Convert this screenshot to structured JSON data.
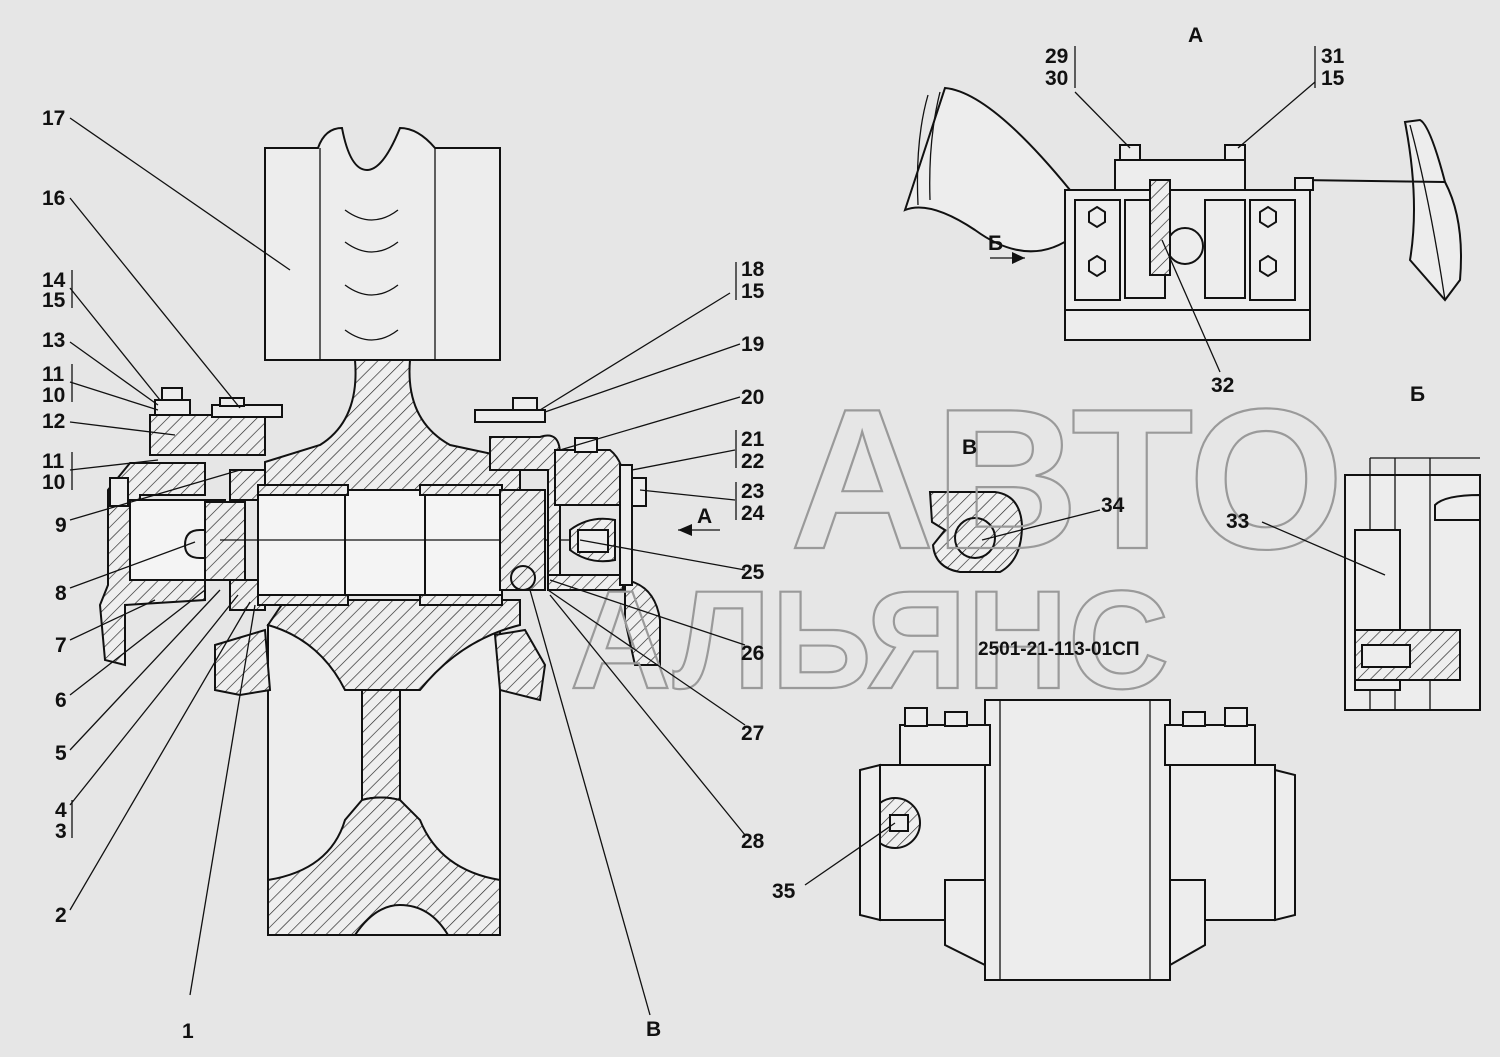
{
  "drawing": {
    "code": "2501-21-113-01СП",
    "watermark": {
      "line1": "АВТО",
      "line2": "АЛЬЯНС"
    },
    "views": {
      "a": "А",
      "b": "Б",
      "v": "В"
    },
    "arrows": {
      "a": "А",
      "b": "Б"
    },
    "callouts": {
      "c1": "1",
      "c2": "2",
      "c3": "3",
      "c4": "4",
      "c5": "5",
      "c6": "6",
      "c7": "7",
      "c8": "8",
      "c9": "9",
      "c10a": "10",
      "c10b": "10",
      "c11a": "11",
      "c11b": "11",
      "c12": "12",
      "c13": "13",
      "c14": "14",
      "c15a": "15",
      "c15b": "15",
      "c15c": "15",
      "c16": "16",
      "c17": "17",
      "c18": "18",
      "c19": "19",
      "c20": "20",
      "c21": "21",
      "c22": "22",
      "c23": "23",
      "c24": "24",
      "c25": "25",
      "c26": "26",
      "c27": "27",
      "c28": "28",
      "c29": "29",
      "c30": "30",
      "c31": "31",
      "c32": "32",
      "c33": "33",
      "c34": "34",
      "c35": "35",
      "cV": "В"
    },
    "colors": {
      "background": "#e6e6e6",
      "ink": "#111111",
      "watermark": "#9a9a9a"
    }
  }
}
